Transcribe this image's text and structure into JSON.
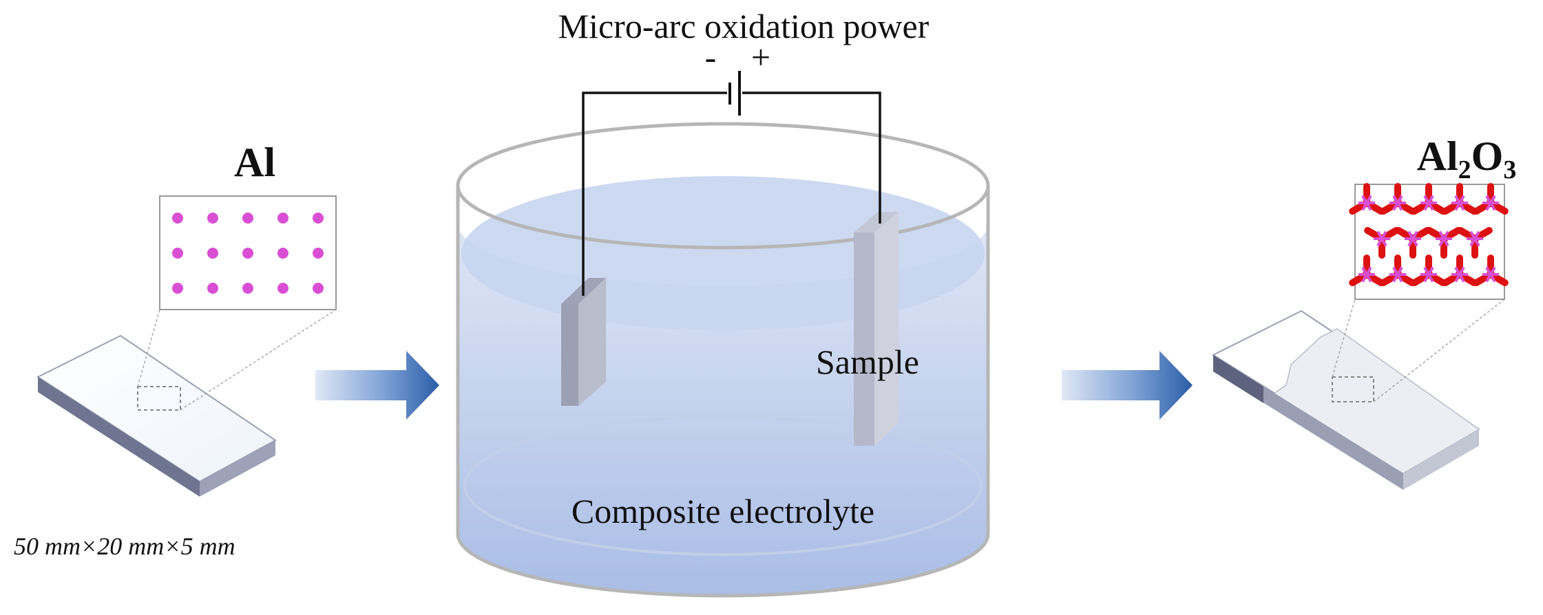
{
  "power": {
    "title": "Micro-arc oxidation power",
    "minus": "-",
    "plus": "+"
  },
  "left_sample": {
    "label": "Al",
    "dimensions": "50 mm×20 mm×5 mm"
  },
  "tank": {
    "sample_label": "Sample",
    "electrolyte_label": "Composite electrolyte"
  },
  "right_sample": {
    "label_main": "Al",
    "label_sub1": "2",
    "label_mid": "O",
    "label_sub2": "3"
  },
  "colors": {
    "atom_al": "#d94fd3",
    "bond_o": "#dd1111",
    "arrow": "#2a5ea8",
    "electrolyte": "#b8c9ea",
    "slab_side": "#6f7490"
  }
}
